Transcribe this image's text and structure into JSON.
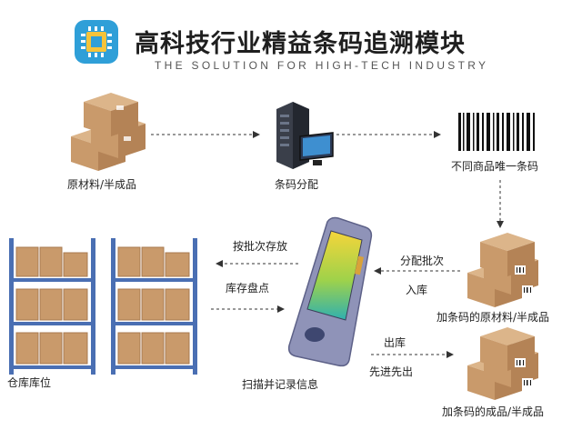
{
  "header": {
    "title": "高科技行业精益条码追溯模块",
    "subtitle": "THE SOLUTION FOR HIGH-TECH INDUSTRY"
  },
  "nodes": {
    "raw_materials": "原材料/半成品",
    "barcode_assign": "条码分配",
    "unique_barcode": "不同商品唯一条码",
    "barcoded_raw": "加条码的原材料/半成品",
    "barcoded_finished": "加条码的成品/半成品",
    "scanner": "扫描并记录信息",
    "warehouse": "仓库库位"
  },
  "edges": {
    "assign_batch": "分配批次",
    "inbound": "入库",
    "by_batch_store": "按批次存放",
    "inventory_check": "库存盘点",
    "outbound": "出库",
    "fifo": "先进先出"
  },
  "colors": {
    "box": "#c99a6b",
    "box_dark": "#a87a4f",
    "shelf": "#4a6fb3",
    "device": "#8f93b8",
    "screen": "#f2d43a",
    "screen_bottom": "#4bb8a6"
  }
}
